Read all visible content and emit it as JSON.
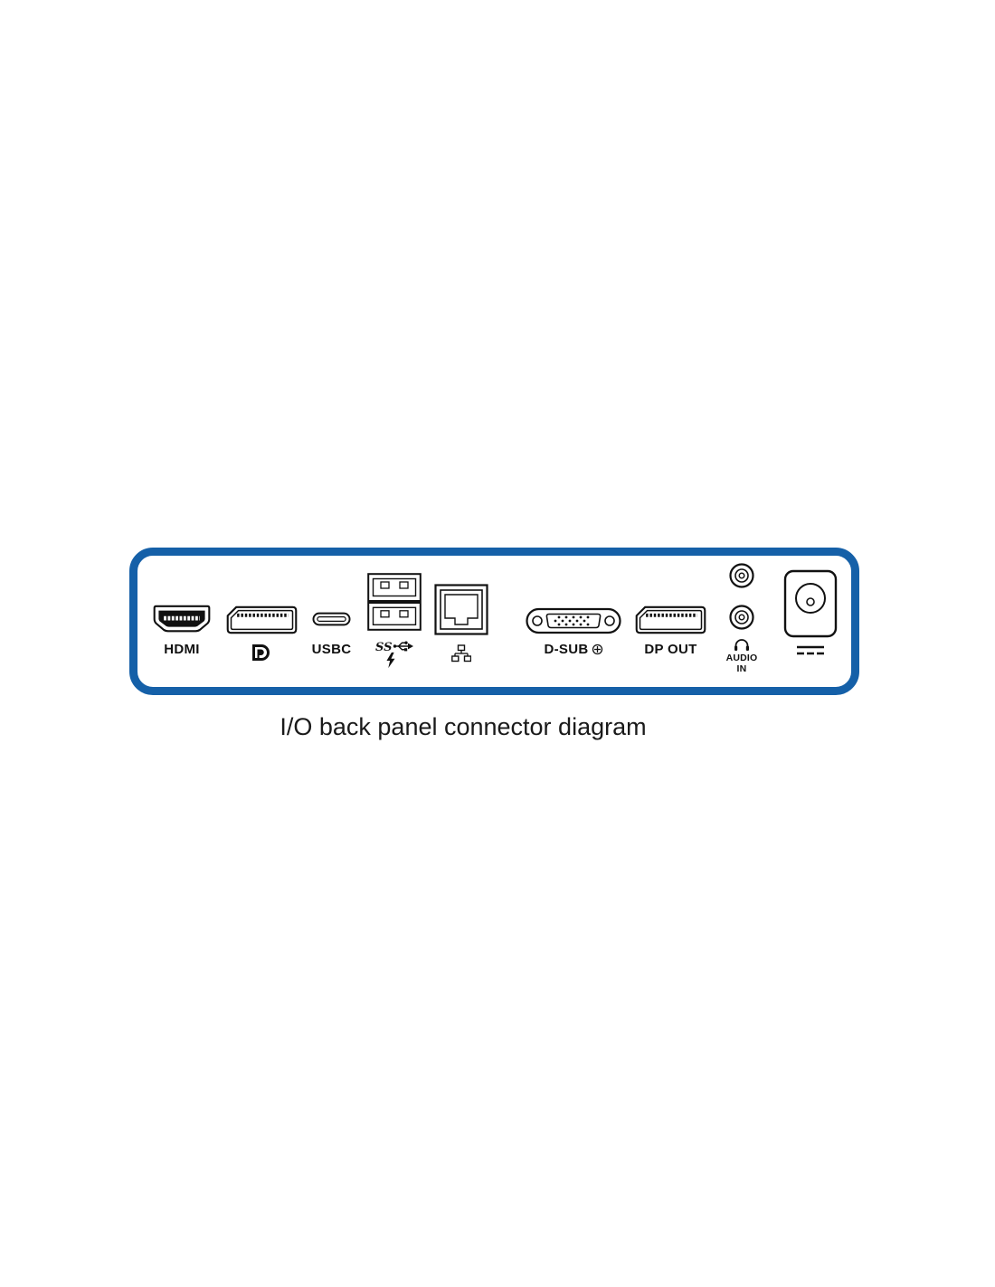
{
  "caption": "I/O back panel connector diagram",
  "panel": {
    "border_color": "#1560a8",
    "line_color": "#111111",
    "ports": {
      "hdmi": {
        "label": "HDMI",
        "icon": "hdmi-port-icon"
      },
      "dp_in": {
        "icon": "displayport-port-icon",
        "logo_icon": "displayport-logo-icon"
      },
      "usbc": {
        "label": "USBC",
        "icon": "usb-c-port-icon"
      },
      "usba": {
        "ss_label": "SS",
        "icon": "usb-a-dual-port-icon",
        "speed_icon": "usb-superspeed-trident-icon",
        "charge_icon": "lightning-bolt-icon"
      },
      "ethernet": {
        "icon": "rj45-port-icon",
        "label_icon": "network-icon"
      },
      "dsub": {
        "label": "D-SUB",
        "icon": "vga-port-icon",
        "label_icon": "input-circle-icon"
      },
      "dp_out": {
        "label": "DP OUT",
        "icon": "displayport-port-icon"
      },
      "audio_in": {
        "label_line1": "AUDIO",
        "label_line2": "IN",
        "icon": "audio-jack-ports-icon",
        "label_icon": "headphones-icon"
      },
      "dc_power": {
        "icon": "dc-barrel-port-icon",
        "label_icon": "dc-symbol-icon"
      }
    }
  }
}
